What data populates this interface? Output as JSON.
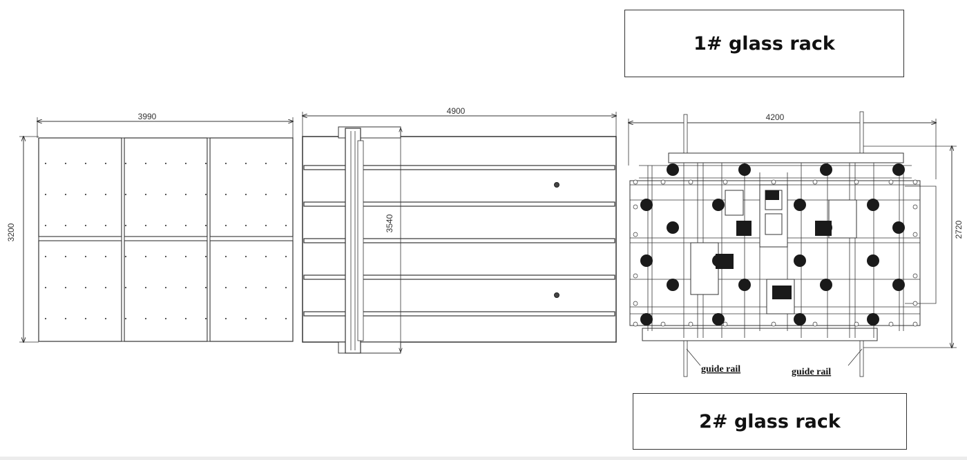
{
  "labels": {
    "rack1_title": "1# glass rack",
    "rack2_title": "2# glass rack",
    "guide_rail_left": "guide rail",
    "guide_rail_right": "guide rail"
  },
  "dimensions": {
    "table1_width": "3990",
    "table1_height": "3200",
    "table2_width": "4900",
    "table2_height": "3540",
    "rack_width": "4200",
    "rack_height": "2720"
  },
  "colors": {
    "line": "#333333",
    "fill_dark": "#1a1a1a"
  }
}
